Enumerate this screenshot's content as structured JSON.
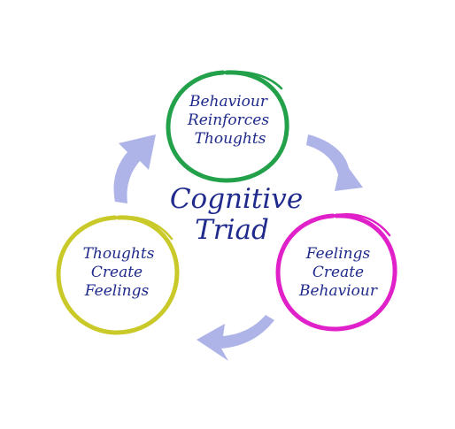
{
  "center": {
    "line1": "Cognitive",
    "line2": "Triad"
  },
  "nodes": [
    {
      "id": "top",
      "lines": [
        "Behaviour",
        "Reinforces",
        "Thoughts"
      ],
      "color": "#22a14a"
    },
    {
      "id": "right",
      "lines": [
        "Feelings",
        "Create",
        "Behaviour"
      ],
      "color": "#e020c8"
    },
    {
      "id": "left",
      "lines": [
        "Thoughts",
        "Create",
        "Feelings"
      ],
      "color": "#c9c92a"
    }
  ],
  "arrow_color": "#aeb4e8",
  "text_color": "#1f2a8c"
}
